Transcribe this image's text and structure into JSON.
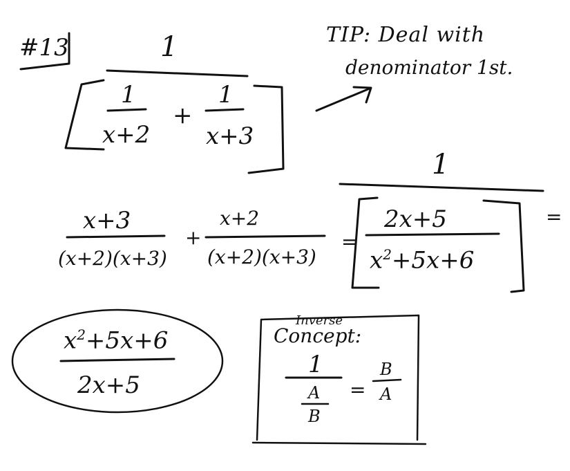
{
  "problem": {
    "label": "#13",
    "numerator": "1",
    "frac_a": {
      "num": "1",
      "den": "x+2"
    },
    "plus": "+",
    "frac_b": {
      "num": "1",
      "den": "x+3"
    }
  },
  "tip": {
    "line1": "TIP: Deal with",
    "line2": "denominator 1st."
  },
  "step2": {
    "outer_num": "1",
    "frac_a": {
      "num": "x+3",
      "den": "(x+2)(x+3)"
    },
    "plus": "+",
    "frac_b": {
      "num": "x+2",
      "den": "(x+2)(x+3)"
    },
    "equals": "=",
    "combined": {
      "num": "2x+5",
      "den_x": "x",
      "den_exp": "2",
      "den_rest": "+5x+6"
    },
    "trailing_equals": "="
  },
  "answer": {
    "num_x": "x",
    "num_exp": "2",
    "num_rest": "+5x+6",
    "den": "2x+5"
  },
  "concept_box": {
    "title_small": "Inverse",
    "title": "Concept:",
    "left_num": "1",
    "left_inner": {
      "num": "A",
      "den": "B"
    },
    "equals": "=",
    "right": {
      "num": "B",
      "den": "A"
    }
  },
  "colors": {
    "ink": "#111111",
    "paper": "#ffffff"
  }
}
